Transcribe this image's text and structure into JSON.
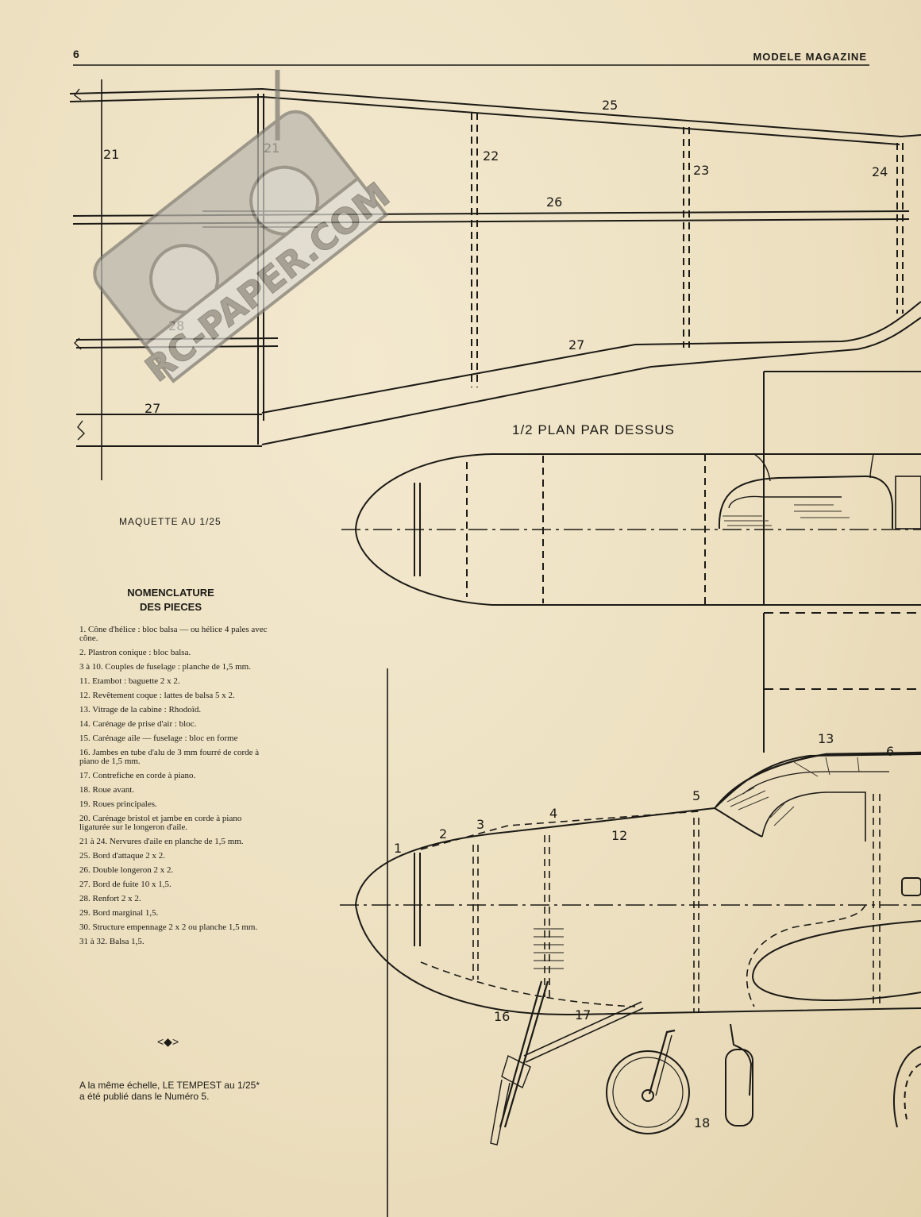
{
  "header": {
    "page_number": "6",
    "magazine": "MODELE MAGAZINE"
  },
  "drawing": {
    "plan_title": "1/2 PLAN PAR DESSUS",
    "scale_caption": "MAQUETTE AU 1/25",
    "wing_labels": [
      "25",
      "21",
      "21",
      "22",
      "23",
      "24",
      "26",
      "28",
      "27",
      "27"
    ],
    "fuselage_labels": [
      "13",
      "6",
      "5",
      "4",
      "3",
      "2",
      "1",
      "12",
      "16",
      "17",
      "18"
    ]
  },
  "nomenclature": {
    "title_line1": "NOMENCLATURE",
    "title_line2": "DES PIECES",
    "items": [
      "1. Cône d'hélice : bloc balsa — ou hélice 4 pales avec cône.",
      "2. Plastron conique : bloc balsa.",
      "3 à 10. Couples de fuselage : planche de 1,5 mm.",
      "11. Etambot : baguette 2 x 2.",
      "12. Revêtement coque : lattes de balsa 5 x 2.",
      "13. Vitrage de la cabine : Rhodoïd.",
      "14. Carénage de prise d'air : bloc.",
      "15. Carénage aile — fuselage : bloc en forme",
      "16. Jambes en tube d'alu de 3 mm fourré de corde à piano de 1,5 mm.",
      "17. Contrefiche en corde à piano.",
      "18. Roue avant.",
      "19. Roues principales.",
      "20. Carénage bristol et jambe en corde à piano ligaturée sur le longeron d'aile.",
      "21 à 24. Nervures d'aile en planche de 1,5 mm.",
      "25. Bord d'attaque 2 x 2.",
      "26. Double longeron 2 x 2.",
      "27. Bord de fuite 10 x 1,5.",
      "28. Renfort 2 x 2.",
      "29. Bord marginal 1,5.",
      "30. Structure empennage 2 x 2 ou planche 1,5 mm.",
      "31 à 32. Balsa 1,5."
    ]
  },
  "ornament": "<◆>",
  "note": "A la même échelle, LE TEMPEST au 1/25* a été publié dans le Numéro 5.",
  "watermark": "RC-PAPER.COM",
  "colors": {
    "paper": "#efe3c5",
    "ink": "#1c1a16",
    "watermark": "#8c8c8c"
  }
}
